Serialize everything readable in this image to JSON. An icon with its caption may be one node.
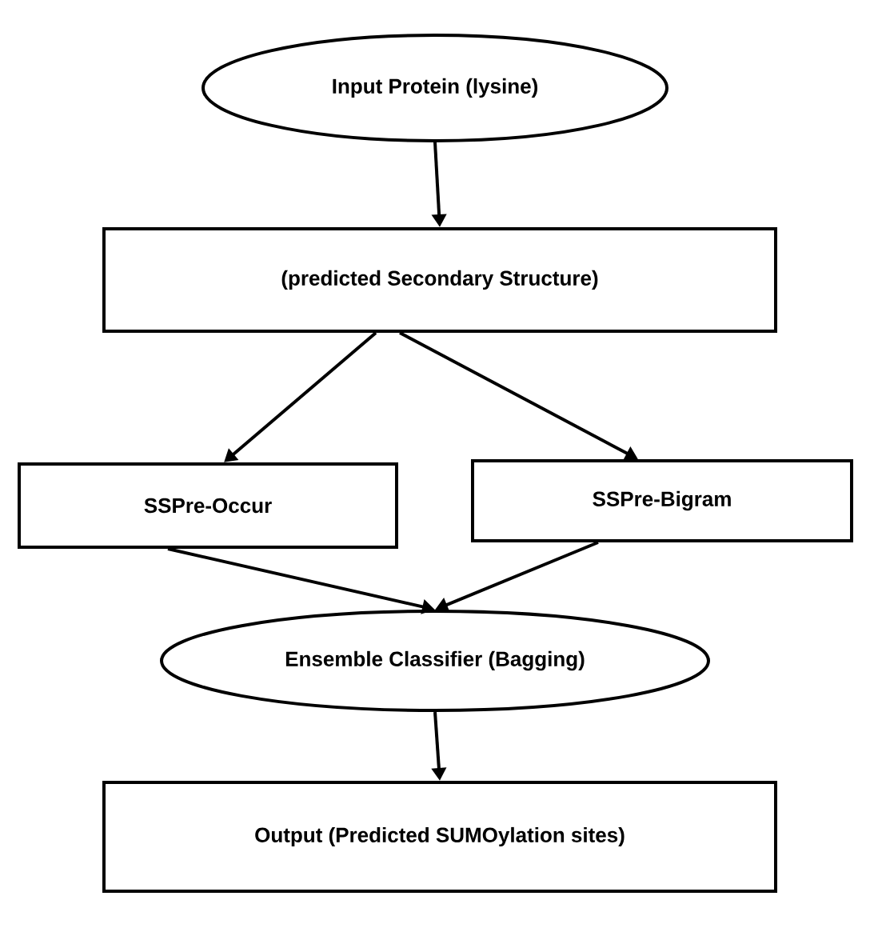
{
  "diagram": {
    "nodes": [
      {
        "text": [
          "Input Protein (lysine)"
        ]
      },
      {
        "text": [
          "(predicted Secondary Structure)"
        ]
      },
      {
        "text": [
          "SSPre-Occur"
        ]
      },
      {
        "text": [
          "SSPre-Bigram"
        ]
      },
      {
        "text": [
          "Ensemble Classifier (Bagging)"
        ]
      },
      {
        "text": [
          "Output (Predicted SUMOylation sites)"
        ]
      }
    ],
    "edges": [
      {
        "from": 0,
        "to": 1,
        "arrow": "to"
      },
      {
        "from": 1,
        "to": 2,
        "arrow": "to"
      },
      {
        "from": 1,
        "to": 3,
        "arrow": "to"
      },
      {
        "from": 2,
        "to": 4,
        "arrow": "to"
      },
      {
        "from": 3,
        "to": 4,
        "arrow": "to"
      },
      {
        "from": 4,
        "to": 5,
        "arrow": "to"
      }
    ]
  }
}
